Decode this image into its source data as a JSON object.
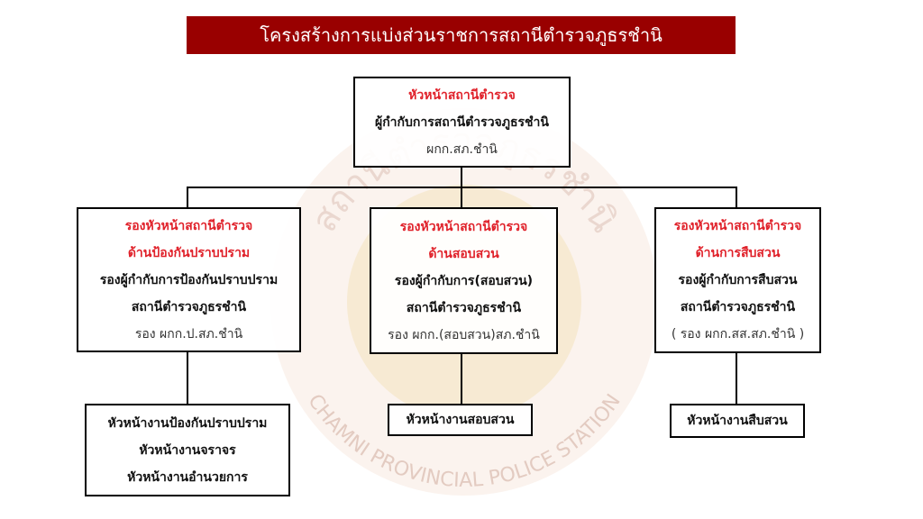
{
  "title": "โครงสร้างการแบ่งส่วนราชการสถานีตำรวจภูธรชำนิ",
  "watermark": {
    "top_text": "สถานีตำรวจภูธรชำนิ",
    "bottom_text": "CHAMNI PROVINCIAL POLICE STATION"
  },
  "colors": {
    "title_bg": "#990000",
    "accent_red": "#e0212a"
  },
  "top": {
    "role": "หัวหน้าสถานีตำรวจ",
    "title": "ผู้กำกับการสถานีตำรวจภูธรชำนิ",
    "abbr": "ผกก.สภ.ชำนิ"
  },
  "deputies": [
    {
      "role": "รองหัวหน้าสถานีตำรวจ",
      "area": "ด้านป้องกันปราบปราม",
      "title": "รองผู้กำกับการป้องกันปราบปราม",
      "station": "สถานีตำรวจภูธรชำนิ",
      "abbr": "รอง ผกก.ป.สภ.ชำนิ",
      "units": [
        "หัวหน้างานป้องกันปราบปราม",
        "หัวหน้างานจราจร",
        "หัวหน้างานอำนวยการ"
      ]
    },
    {
      "role": "รองหัวหน้าสถานีตำรวจ",
      "area": "ด้านสอบสวน",
      "title": "รองผู้กำกับการ(สอบสวน)",
      "station": "สถานีตำรวจภูธรชำนิ",
      "abbr": "รอง ผกก.(สอบสวน)สภ.ชำนิ",
      "units": [
        "หัวหน้างานสอบสวน"
      ]
    },
    {
      "role": "รองหัวหน้าสถานีตำรวจ",
      "area": "ด้านการสืบสวน",
      "title": "รองผู้กำกับการสืบสวน",
      "station": "สถานีตำรวจภูธรชำนิ",
      "abbr": "( รอง ผกก.สส.สภ.ชำนิ )",
      "units": [
        "หัวหน้างานสืบสวน"
      ]
    }
  ]
}
